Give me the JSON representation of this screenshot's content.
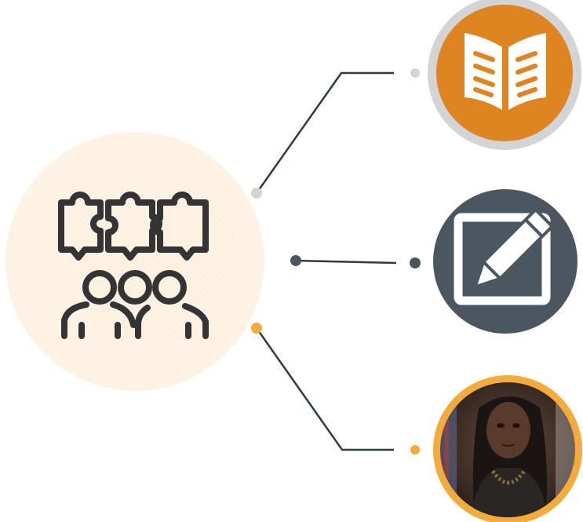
{
  "diagram": {
    "hub": {
      "icon": "team-puzzle-collaboration-icon",
      "fill_color": "#fdf2e3"
    },
    "connectors": [
      {
        "target": "book",
        "color": "#2f3a45",
        "start_dot_color": "#d3d4d6",
        "end_dot_color": "#d3d4d6"
      },
      {
        "target": "edit",
        "color": "#2f3a45",
        "start_dot_color": "#4b5661",
        "end_dot_color": "#4b5661"
      },
      {
        "target": "portrait",
        "color": "#2f3a45",
        "start_dot_color": "#f2ab3c",
        "end_dot_color": "#f2ab3c"
      }
    ],
    "nodes": [
      {
        "name": "book",
        "icon": "open-book-icon",
        "fill_color": "#de8420",
        "ring_color": "#d3d4d6"
      },
      {
        "name": "edit",
        "icon": "pencil-edit-icon",
        "fill_color": "#4b5661",
        "ring_color": "#4b5661"
      },
      {
        "name": "portrait",
        "icon": "person-portrait-photo",
        "fill_color": "#3b2e28",
        "ring_color": "#f2ab3c"
      }
    ]
  }
}
